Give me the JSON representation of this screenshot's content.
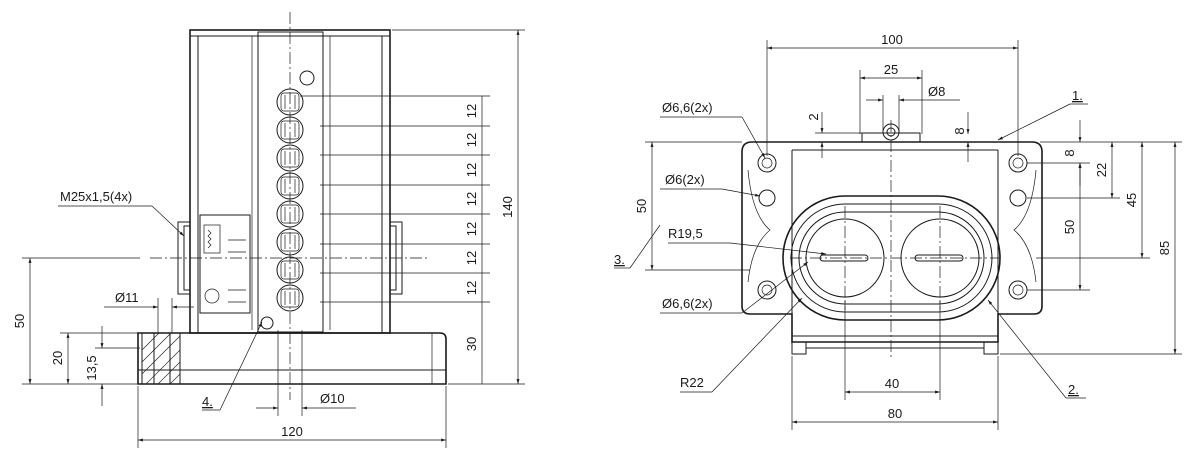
{
  "front_view": {
    "dims": {
      "h140": "140",
      "h50": "50",
      "h20": "20",
      "h13_5": "13,5",
      "h30": "30",
      "w120": "120",
      "d11": "Ø11",
      "d10": "Ø10",
      "thread": "M25x1,5(4x)",
      "pitch12": "12"
    },
    "callouts": {
      "c4": "4."
    }
  },
  "top_view": {
    "dims": {
      "w100": "100",
      "w25": "25",
      "d8": "Ø8",
      "d6_6_top": "Ø6,6(2x)",
      "d6": "Ø6(2x)",
      "r19_5": "R19,5",
      "d6_6_bot": "Ø6,6(2x)",
      "r22": "R22",
      "w40": "40",
      "w80": "80",
      "v2": "2",
      "v8a": "8",
      "v8b": "8",
      "v22": "22",
      "v45": "45",
      "v50_right": "50",
      "v85": "85",
      "v50_left": "50"
    },
    "callouts": {
      "c1": "1.",
      "c2": "2.",
      "c3": "3."
    }
  }
}
